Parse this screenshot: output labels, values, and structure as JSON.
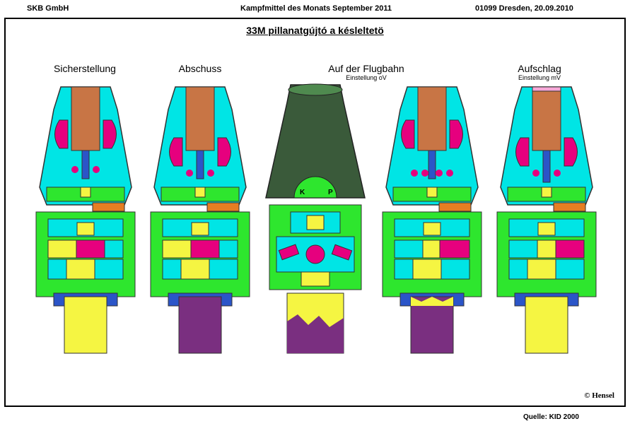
{
  "header": {
    "left": "SKB GmbH",
    "center": "Kampfmittel des Monats September 2011",
    "right": "01099 Dresden,  20.09.2010"
  },
  "title": "33M pillanatgújtó a késleltetö",
  "panels": [
    {
      "label": "Sicherstellung",
      "sub": ""
    },
    {
      "label": "Abschuss",
      "sub": ""
    },
    {
      "label": "Auf der Flugbahn",
      "sub": "Einstellung oV"
    },
    {
      "label": "Aufschlag",
      "sub": "Einstellung mV"
    }
  ],
  "dial": {
    "left_letter": "K",
    "right_letter": "P"
  },
  "copyright": "© Hensel",
  "source": "Quelle: KID 2000",
  "colors": {
    "cyan": "#00e5e5",
    "green": "#2ee62e",
    "yellow": "#f5f542",
    "magenta": "#e6007e",
    "purple": "#7a2f80",
    "wood": "#c87545",
    "cap": "#3a5a3a",
    "blue": "#2b55c8"
  }
}
